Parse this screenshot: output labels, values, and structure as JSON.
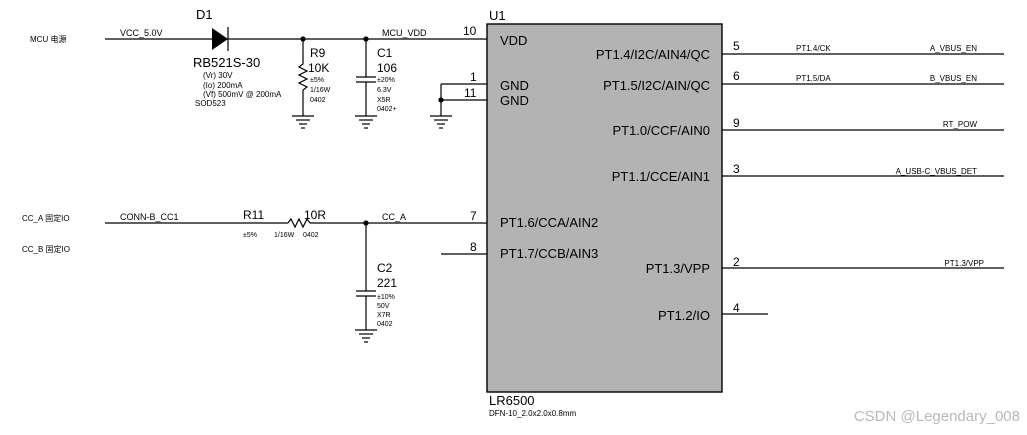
{
  "chip": {
    "ref": "U1",
    "part": "LR6500",
    "package": "DFN-10_2.0x2.0x0.8mm",
    "left_pins": [
      {
        "num": "10",
        "label": "VDD"
      },
      {
        "num": "1",
        "label": "GND"
      },
      {
        "num": "11",
        "label": "GND"
      },
      {
        "num": "7",
        "label": "PT1.6/CCA/AIN2"
      },
      {
        "num": "8",
        "label": "PT1.7/CCB/AIN3"
      }
    ],
    "right_pins": [
      {
        "num": "5",
        "label": "PT1.4/I2C/AIN4/QC",
        "net": "PT1.4/CK",
        "far_net": "A_VBUS_EN"
      },
      {
        "num": "6",
        "label": "PT1.5/I2C/AIN/QC",
        "net": "PT1.5/DA",
        "far_net": "B_VBUS_EN"
      },
      {
        "num": "9",
        "label": "PT1.0/CCF/AIN0",
        "net": "",
        "far_net": "RT_POW"
      },
      {
        "num": "3",
        "label": "PT1.1/CCE/AIN1",
        "net": "",
        "far_net": "A_USB-C_VBUS_DET"
      },
      {
        "num": "2",
        "label": "PT1.3/VPP",
        "net": "",
        "far_net": "PT1.3/VPP"
      },
      {
        "num": "4",
        "label": "PT1.2/IO",
        "net": "",
        "far_net": ""
      }
    ]
  },
  "ports": {
    "mcu_power": "MCU 电源",
    "cc_a": "CC_A 固定IO",
    "cc_b": "CC_B 固定IO"
  },
  "nets": {
    "vcc": "VCC_5.0V",
    "mcu_vdd": "MCU_VDD",
    "conn_cc1": "CONN-B_CC1",
    "cc_a": "CC_A"
  },
  "diode": {
    "ref": "D1",
    "value": "RB521S-30",
    "specs": [
      "(Vr) 30V",
      "(Io) 200mA",
      "(Vf) 500mV @ 200mA"
    ],
    "package": "SOD523"
  },
  "r9": {
    "ref": "R9",
    "value": "10K",
    "specs": [
      "±5%",
      "1/16W",
      "0402"
    ]
  },
  "c1": {
    "ref": "C1",
    "value": "106",
    "specs": [
      "±20%",
      "6.3V",
      "X5R",
      "0402+"
    ]
  },
  "r11": {
    "ref": "R11",
    "value": "10R",
    "tol": "±5%",
    "power": "1/16W",
    "package": "0402"
  },
  "c2": {
    "ref": "C2",
    "value": "221",
    "specs": [
      "±10%",
      "50V",
      "X7R",
      "0402"
    ]
  },
  "watermark": "CSDN @Legendary_008"
}
